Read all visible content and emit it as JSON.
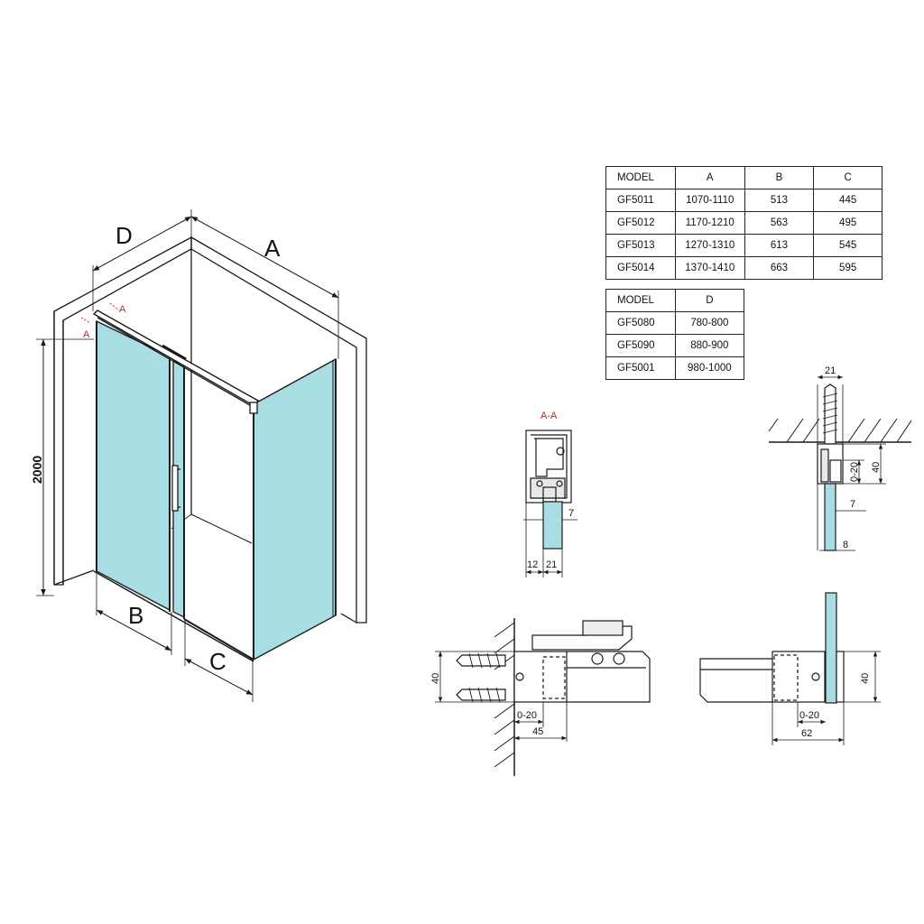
{
  "drawing": {
    "labels": {
      "A": "A",
      "B": "B",
      "C": "C",
      "D": "D",
      "height": "2000",
      "section_mark": "A",
      "section_title": "A-A"
    },
    "dims": {
      "section_a": {
        "glass": "7",
        "offset": "12",
        "width": "21"
      },
      "ceiling": {
        "width": "21",
        "height": "40",
        "adjust": "0-20",
        "glass": "7",
        "gap": "8"
      },
      "wall": {
        "height": "40",
        "adjust": "0-20",
        "depth": "45"
      },
      "profile": {
        "height": "40",
        "adjust": "0-20",
        "depth": "62"
      }
    },
    "colors": {
      "glass": "#a8dde3",
      "line": "#1a1a1a",
      "section": "#d42020"
    }
  },
  "table_a": {
    "headers": [
      "MODEL",
      "A",
      "B",
      "C"
    ],
    "rows": [
      [
        "GF5011",
        "1070-1110",
        "513",
        "445"
      ],
      [
        "GF5012",
        "1170-1210",
        "563",
        "495"
      ],
      [
        "GF5013",
        "1270-1310",
        "613",
        "545"
      ],
      [
        "GF5014",
        "1370-1410",
        "663",
        "595"
      ]
    ]
  },
  "table_d": {
    "headers": [
      "MODEL",
      "D"
    ],
    "rows": [
      [
        "GF5080",
        "780-800"
      ],
      [
        "GF5090",
        "880-900"
      ],
      [
        "GF5001",
        "980-1000"
      ]
    ]
  }
}
